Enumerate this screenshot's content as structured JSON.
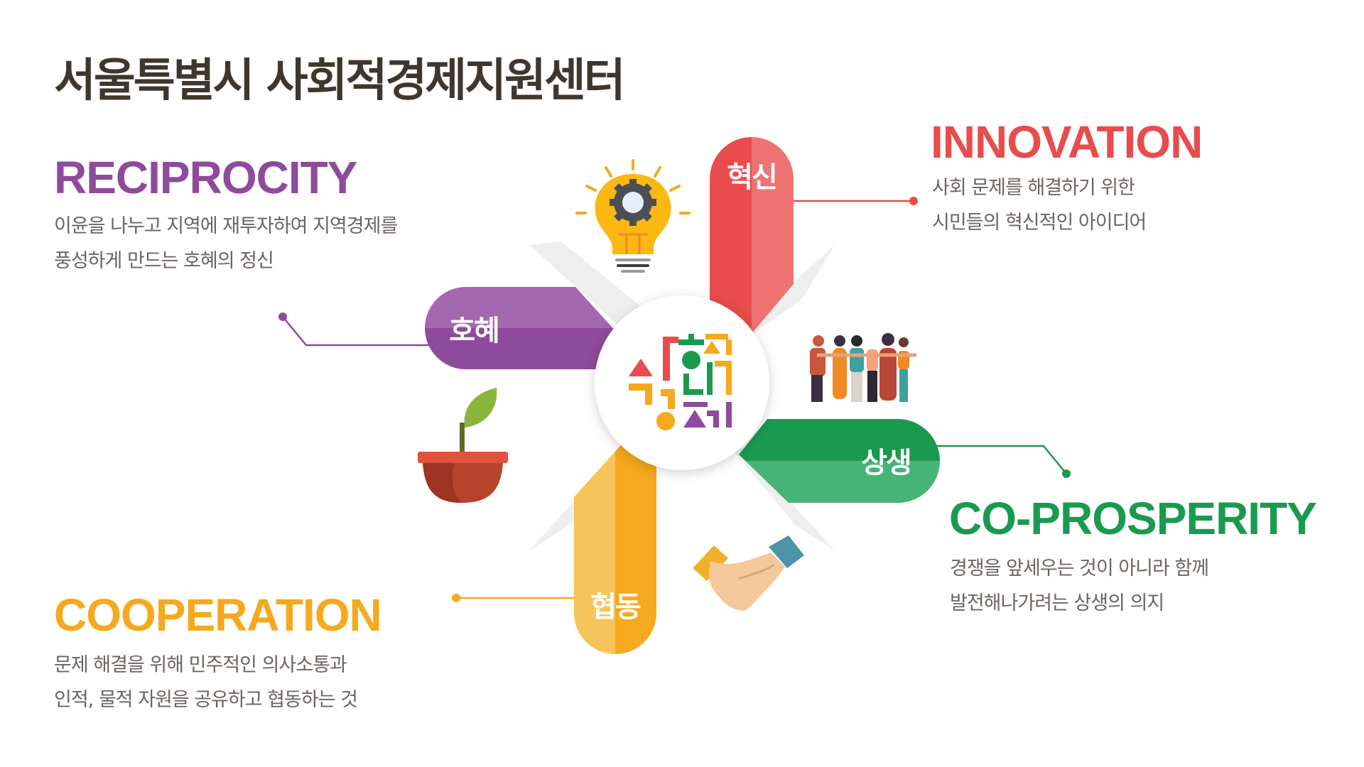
{
  "title": "서울특별시 사회적경제지원센터",
  "logo_text": "사회적경제",
  "sections": {
    "reciprocity": {
      "heading": "RECIPROCITY",
      "label": "호혜",
      "lines": [
        "이윤을 나누고 지역에 재투자하여 지역경제를",
        "풍성하게 만드는 호혜의 정신"
      ],
      "color": "#8e4a9b"
    },
    "innovation": {
      "heading": "INNOVATION",
      "label": "혁신",
      "lines": [
        "사회 문제를 해결하기 위한",
        "시민들의 혁신적인 아이디어"
      ],
      "color": "#e84c4c"
    },
    "coprosperity": {
      "heading": "CO-PROSPERITY",
      "label": "상생",
      "lines": [
        "경쟁을 앞세우는 것이 아니라 함께",
        "발전해나가려는 상생의 의지"
      ],
      "color": "#1a9a4e"
    },
    "cooperation": {
      "heading": "COOPERATION",
      "label": "협동",
      "lines": [
        "문제 해결을 위해 민주적인 의사소통과",
        "인적, 물적 자원을 공유하고 협동하는 것"
      ],
      "color": "#f5a91d"
    }
  }
}
